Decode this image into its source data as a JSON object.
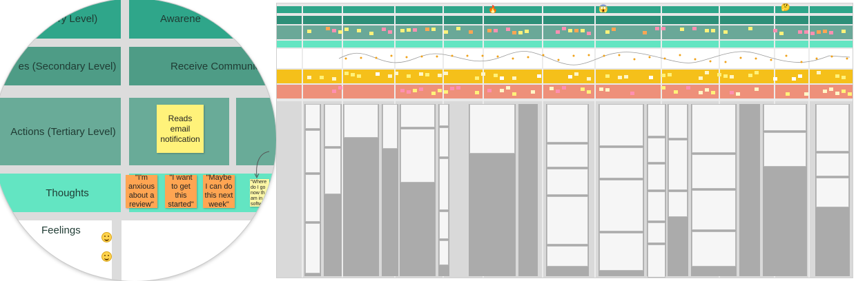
{
  "zoom": {
    "rows": {
      "primary_label": "ry Level)",
      "primary_value": "Awarene",
      "secondary_label": "es (Secondary Level)",
      "secondary_value": "Receive Communicati",
      "tertiary_label": "Actions (Tertiary Level)",
      "thoughts_label": "Thoughts",
      "feelings_label": "Feelings"
    },
    "notes": {
      "reads_email": "Reads email notification",
      "anxious": "\"I'm anxious about a review\"",
      "want_start": "\"I want to get this started\"",
      "maybe": "\"Maybe I can do this next week\"",
      "partial": "\"Where do I go now th I am in m softwa"
    }
  },
  "colors": {
    "primary": "#2fa68a",
    "secondary": "#4e9c86",
    "tertiary": "#69ab98",
    "thoughts": "#63e5c2",
    "opportunities": "#f5c01a",
    "pain_points": "#ee907a",
    "sticky_yellow": "#fff27a",
    "sticky_orange": "#ffa552"
  }
}
